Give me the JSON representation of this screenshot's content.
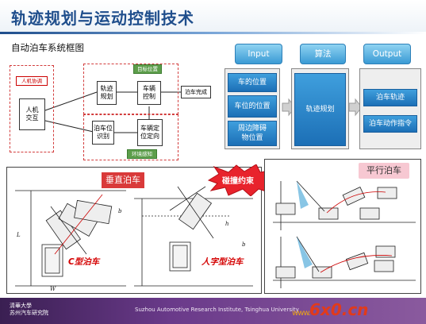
{
  "title": "轨迹规划与运动控制技术",
  "block_title": "自动泊车系统框图",
  "block_diagram": {
    "human_input": "人机协调",
    "hmi": "人机\n交互",
    "trajectory": "轨迹\n规划",
    "vehicle_control": "车辆\n控制",
    "parking_done": "泊车完成",
    "spot_recognition": "泊车位\n识别",
    "localization": "车辆定\n位定向",
    "env_sensing": "环境感知",
    "target": "目标位置"
  },
  "flow": {
    "headers": [
      "Input",
      "算法",
      "Output"
    ],
    "inputs": [
      "车的位置",
      "车位的位置",
      "周边障碍\n物位置"
    ],
    "algorithm": "轨迹规划",
    "outputs": [
      "泊车轨迹",
      "泊车动作指令"
    ]
  },
  "collision_label": "碰撞约束",
  "vertical": {
    "label": "垂直泊车",
    "c_type": "C型泊车",
    "ren_type": "人字型泊车"
  },
  "parallel": {
    "label": "平行泊车"
  },
  "footer": {
    "institute": "Suzhou Automotive Research Institute, Tsinghua University",
    "logo_line1": "清華大學",
    "logo_line2": "苏州汽车研究院"
  },
  "watermark": "www.6x0.cn",
  "watermark_prefix": "www."
}
